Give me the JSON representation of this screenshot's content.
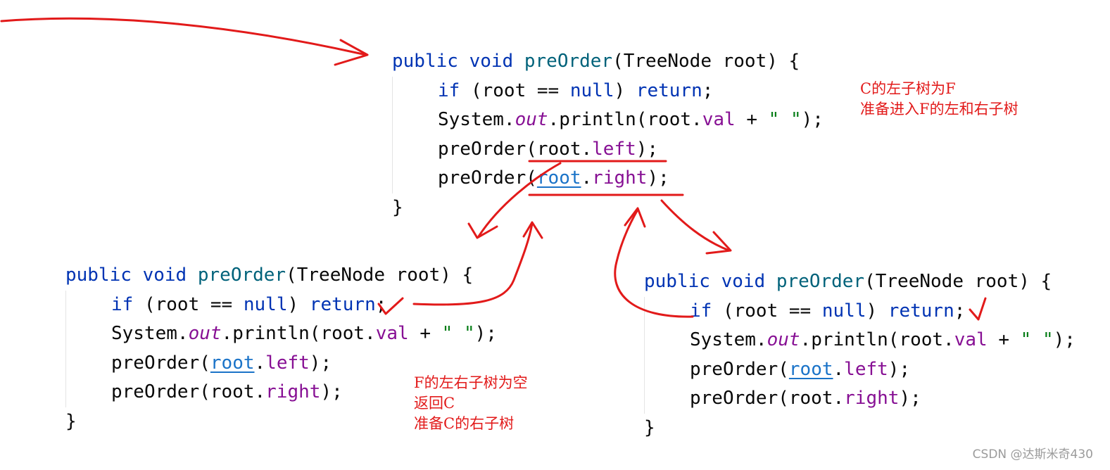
{
  "blocks": {
    "top": {
      "header": [
        "public",
        "void",
        "preOrder",
        "(TreeNode root) {"
      ],
      "if_line": [
        "if",
        " (root == ",
        "null",
        ") ",
        "return",
        ";"
      ],
      "print_line": [
        "System.",
        "out",
        ".println(root.",
        "val",
        " + ",
        "\" \"",
        ");"
      ],
      "left_line": [
        "preOrder(root.",
        "left",
        ");"
      ],
      "right_line": [
        "preOrder(",
        "root",
        ".",
        "right",
        ");"
      ],
      "close": "}"
    },
    "left": {
      "header": [
        "public",
        "void",
        "preOrder",
        "(TreeNode root) {"
      ],
      "if_line": [
        "if",
        " (root == ",
        "null",
        ") ",
        "return",
        ";"
      ],
      "print_line": [
        "System.",
        "out",
        ".println(root.",
        "val",
        " + ",
        "\" \"",
        ");"
      ],
      "left_line": [
        "preOrder(",
        "root",
        ".",
        "left",
        ");"
      ],
      "right_line": [
        "preOrder(root.",
        "right",
        ");"
      ],
      "close": "}"
    },
    "right": {
      "header": [
        "public",
        "void",
        "preOrder",
        "(TreeNode root) {"
      ],
      "if_line": [
        "if",
        " (root == ",
        "null",
        ") ",
        "return",
        ";"
      ],
      "print_line": [
        "System.",
        "out",
        ".println(root.",
        "val",
        " + ",
        "\" \"",
        ");"
      ],
      "left_line": [
        "preOrder(",
        "root",
        ".",
        "left",
        ");"
      ],
      "right_line": [
        "preOrder(root.",
        "right",
        ");"
      ],
      "close": "}"
    }
  },
  "notes": {
    "note_c": [
      "C的左子树为F",
      "准备进入F的左和右子树"
    ],
    "note_f": [
      "F的左右子树为空",
      "返回C",
      "准备C的右子树"
    ]
  },
  "watermark": "CSDN @达斯米奇430",
  "colors": {
    "keyword": "#0033b3",
    "method": "#00627a",
    "field": "#871094",
    "annotation": "#e21a1a"
  }
}
